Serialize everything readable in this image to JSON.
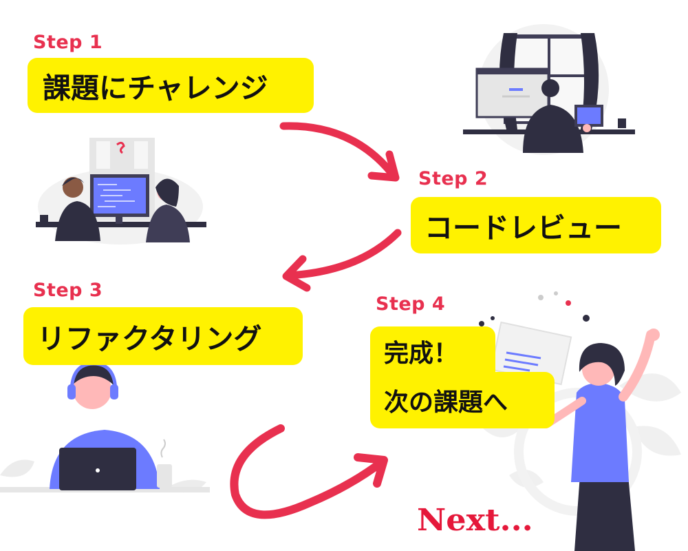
{
  "steps": [
    {
      "label": "Step 1",
      "title": "課題にチャレンジ"
    },
    {
      "label": "Step 2",
      "title": "コードレビュー"
    },
    {
      "label": "Step 3",
      "title": "リファクタリング"
    },
    {
      "label": "Step 4",
      "title_line1": "完成！",
      "title_line2": "次の課題へ"
    }
  ],
  "next_label": "Next...",
  "colors": {
    "accent": "#e8304f",
    "highlight": "#fff200",
    "figure_blue": "#6c7bff",
    "dark": "#2f2e41"
  },
  "illustrations": [
    "pair-programming-illustration",
    "developer-at-window-illustration",
    "developer-with-headphones-illustration",
    "celebrating-woman-illustration"
  ]
}
